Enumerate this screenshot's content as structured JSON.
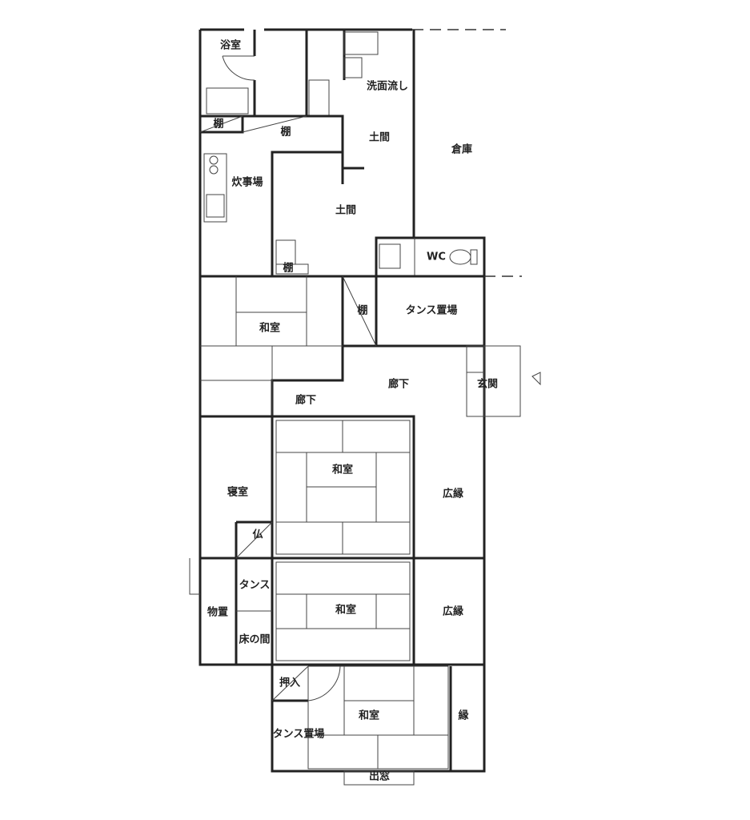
{
  "rooms": {
    "bath": "浴室",
    "washbasin": "洗面流し",
    "shelf1": "棚",
    "shelf2": "棚",
    "doma1": "土間",
    "storehouse": "倉庫",
    "kitchen": "炊事場",
    "doma2": "土間",
    "wc": "WC",
    "shelf3": "棚",
    "washitsu1": "和室",
    "shelf4": "棚",
    "tansu_area1": "タンス置場",
    "corridor1": "廊下",
    "entrance": "玄関",
    "corridor2": "廊下",
    "washitsu2": "和室",
    "veranda1": "広縁",
    "bedroom": "寝室",
    "altar": "仏",
    "tansu": "タンス",
    "storage": "物置",
    "washitsu3": "和室",
    "veranda2": "広縁",
    "tokonoma": "床の間",
    "closet": "押入",
    "washitsu4": "和室",
    "engawa": "縁",
    "tansu_area2": "タンス置場",
    "bay_window": "出窓"
  },
  "entrance_marker": "triangle-arrow"
}
